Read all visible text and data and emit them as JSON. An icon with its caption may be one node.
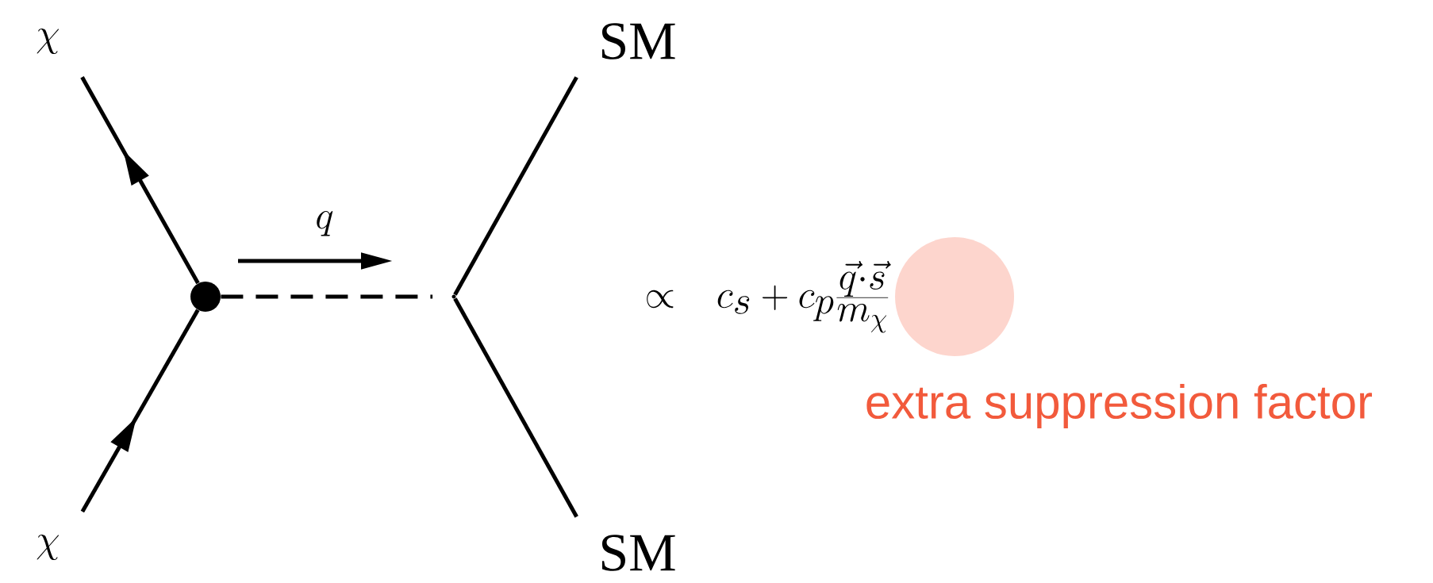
{
  "diagram": {
    "nodes": [
      {
        "text": [
          "\\chi"
        ]
      },
      {
        "text": [
          "\\chi"
        ]
      },
      {
        "text": [],
        "shape": "circle"
      },
      {
        "text": [],
        "shape": "point"
      },
      {
        "text": [
          "SM"
        ]
      },
      {
        "text": [
          "SM"
        ]
      }
    ],
    "edges": [
      {
        "from": 1,
        "to": 2,
        "arrow": "to"
      },
      {
        "from": 2,
        "to": 0,
        "arrow": "to"
      },
      {
        "from": 2,
        "to": 3,
        "arrow": "none",
        "style": "dashed",
        "label": "q"
      },
      {
        "from": 3,
        "to": 4,
        "arrow": "none"
      },
      {
        "from": 3,
        "to": 5,
        "arrow": "none"
      }
    ],
    "labels": [
      "\\propto\\ \\ c_s+c_p\\frac{\\vec{q}\\cdot\\vec{s}}{m_\\chi}",
      "extra suppression factor"
    ]
  }
}
